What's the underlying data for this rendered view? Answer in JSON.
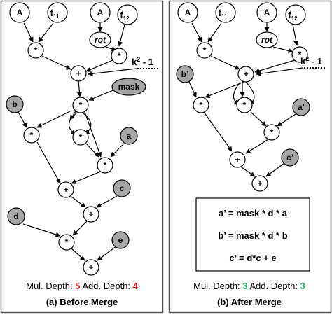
{
  "panels": {
    "left": {
      "caption": "(a) Before Merge",
      "mul_label": "Mul. Depth:",
      "mul_value": "5",
      "add_label": "Add. Depth:",
      "add_value": "4"
    },
    "right": {
      "caption": "(b) After Merge",
      "mul_label": "Mul. Depth:",
      "mul_value": "3",
      "add_label": "Add. Depth:",
      "add_value": "3",
      "equations": [
        "a’ = mask * d * a",
        "b’ = mask * d * b",
        "c’ = d*c + e"
      ]
    }
  },
  "labels": {
    "A": "A",
    "f11": "f",
    "f11_sub": "11",
    "f12": "f",
    "f12_sub": "12",
    "rot": "rot",
    "k2": "k",
    "k2_sup": "2",
    "k2_rest": " - 1",
    "mask": "mask",
    "a": "a",
    "b": "b",
    "c": "c",
    "d": "d",
    "e": "e",
    "a_prime": "a’",
    "b_prime": "b’",
    "c_prime": "c’",
    "mul": "*",
    "add": "+"
  },
  "colors": {
    "panel_border": "#555555",
    "node_white": "#ffffff",
    "node_gray": "#a6a6a6",
    "edge": "#000000",
    "bad_value": "#e02020",
    "good_value": "#27ae60"
  }
}
